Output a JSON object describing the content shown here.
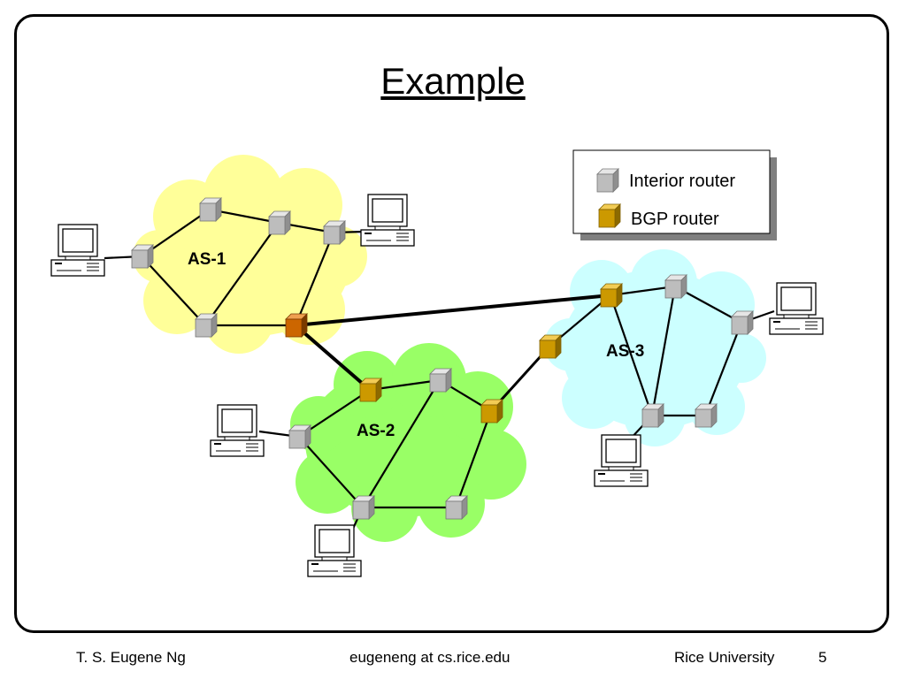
{
  "slide": {
    "title": "Example",
    "page_number": "5"
  },
  "legend": {
    "interior_label": "Interior router",
    "bgp_label": "BGP router"
  },
  "domains": {
    "as1": "AS-1",
    "as2": "AS-2",
    "as3": "AS-3"
  },
  "footer": {
    "author": "T. S. Eugene Ng",
    "email": "eugeneng at cs.rice.edu",
    "institution": "Rice University"
  },
  "colors": {
    "as1_cloud": "#ffff99",
    "as2_cloud": "#99ff66",
    "as3_cloud": "#ccffff",
    "interior_router": "#b8b8b8",
    "bgp_router_as1": "#cc6600",
    "bgp_router_other": "#cc9900"
  },
  "icons": [
    "computer-icon",
    "interior-router-icon",
    "bgp-router-icon",
    "cloud-shape"
  ]
}
